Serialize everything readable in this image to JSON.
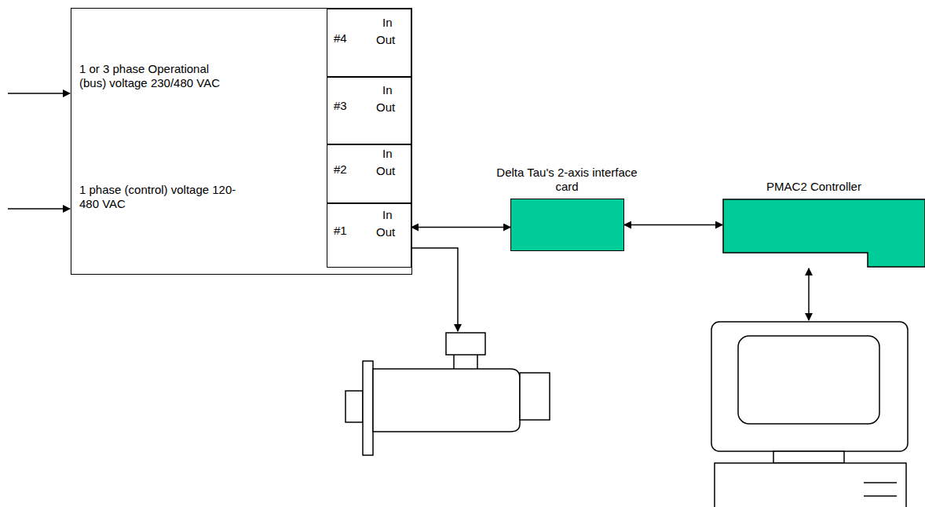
{
  "diagram": {
    "nodes": [
      {
        "text": [
          "1 or 3 phase Operational (bus) voltage 230/480 VAC",
          "1 phase (control) voltage 120-480 VAC"
        ]
      },
      {
        "text": [
          "#4",
          "In",
          "Out"
        ],
        "in": 0
      },
      {
        "text": [
          "#3",
          "In",
          "Out"
        ],
        "in": 0
      },
      {
        "text": [
          "#2",
          "In",
          "Out"
        ],
        "in": 0
      },
      {
        "text": [
          "#1",
          "In",
          "Out"
        ],
        "in": 0
      },
      {
        "text": [
          "Delta Tau's 2-axis interface card"
        ]
      },
      {
        "text": [
          "PMAC2 Controller"
        ]
      }
    ],
    "edges": [
      {
        "from": 4,
        "to": 5,
        "arrow": "both"
      },
      {
        "from": 5,
        "to": 6,
        "arrow": "both"
      }
    ]
  }
}
